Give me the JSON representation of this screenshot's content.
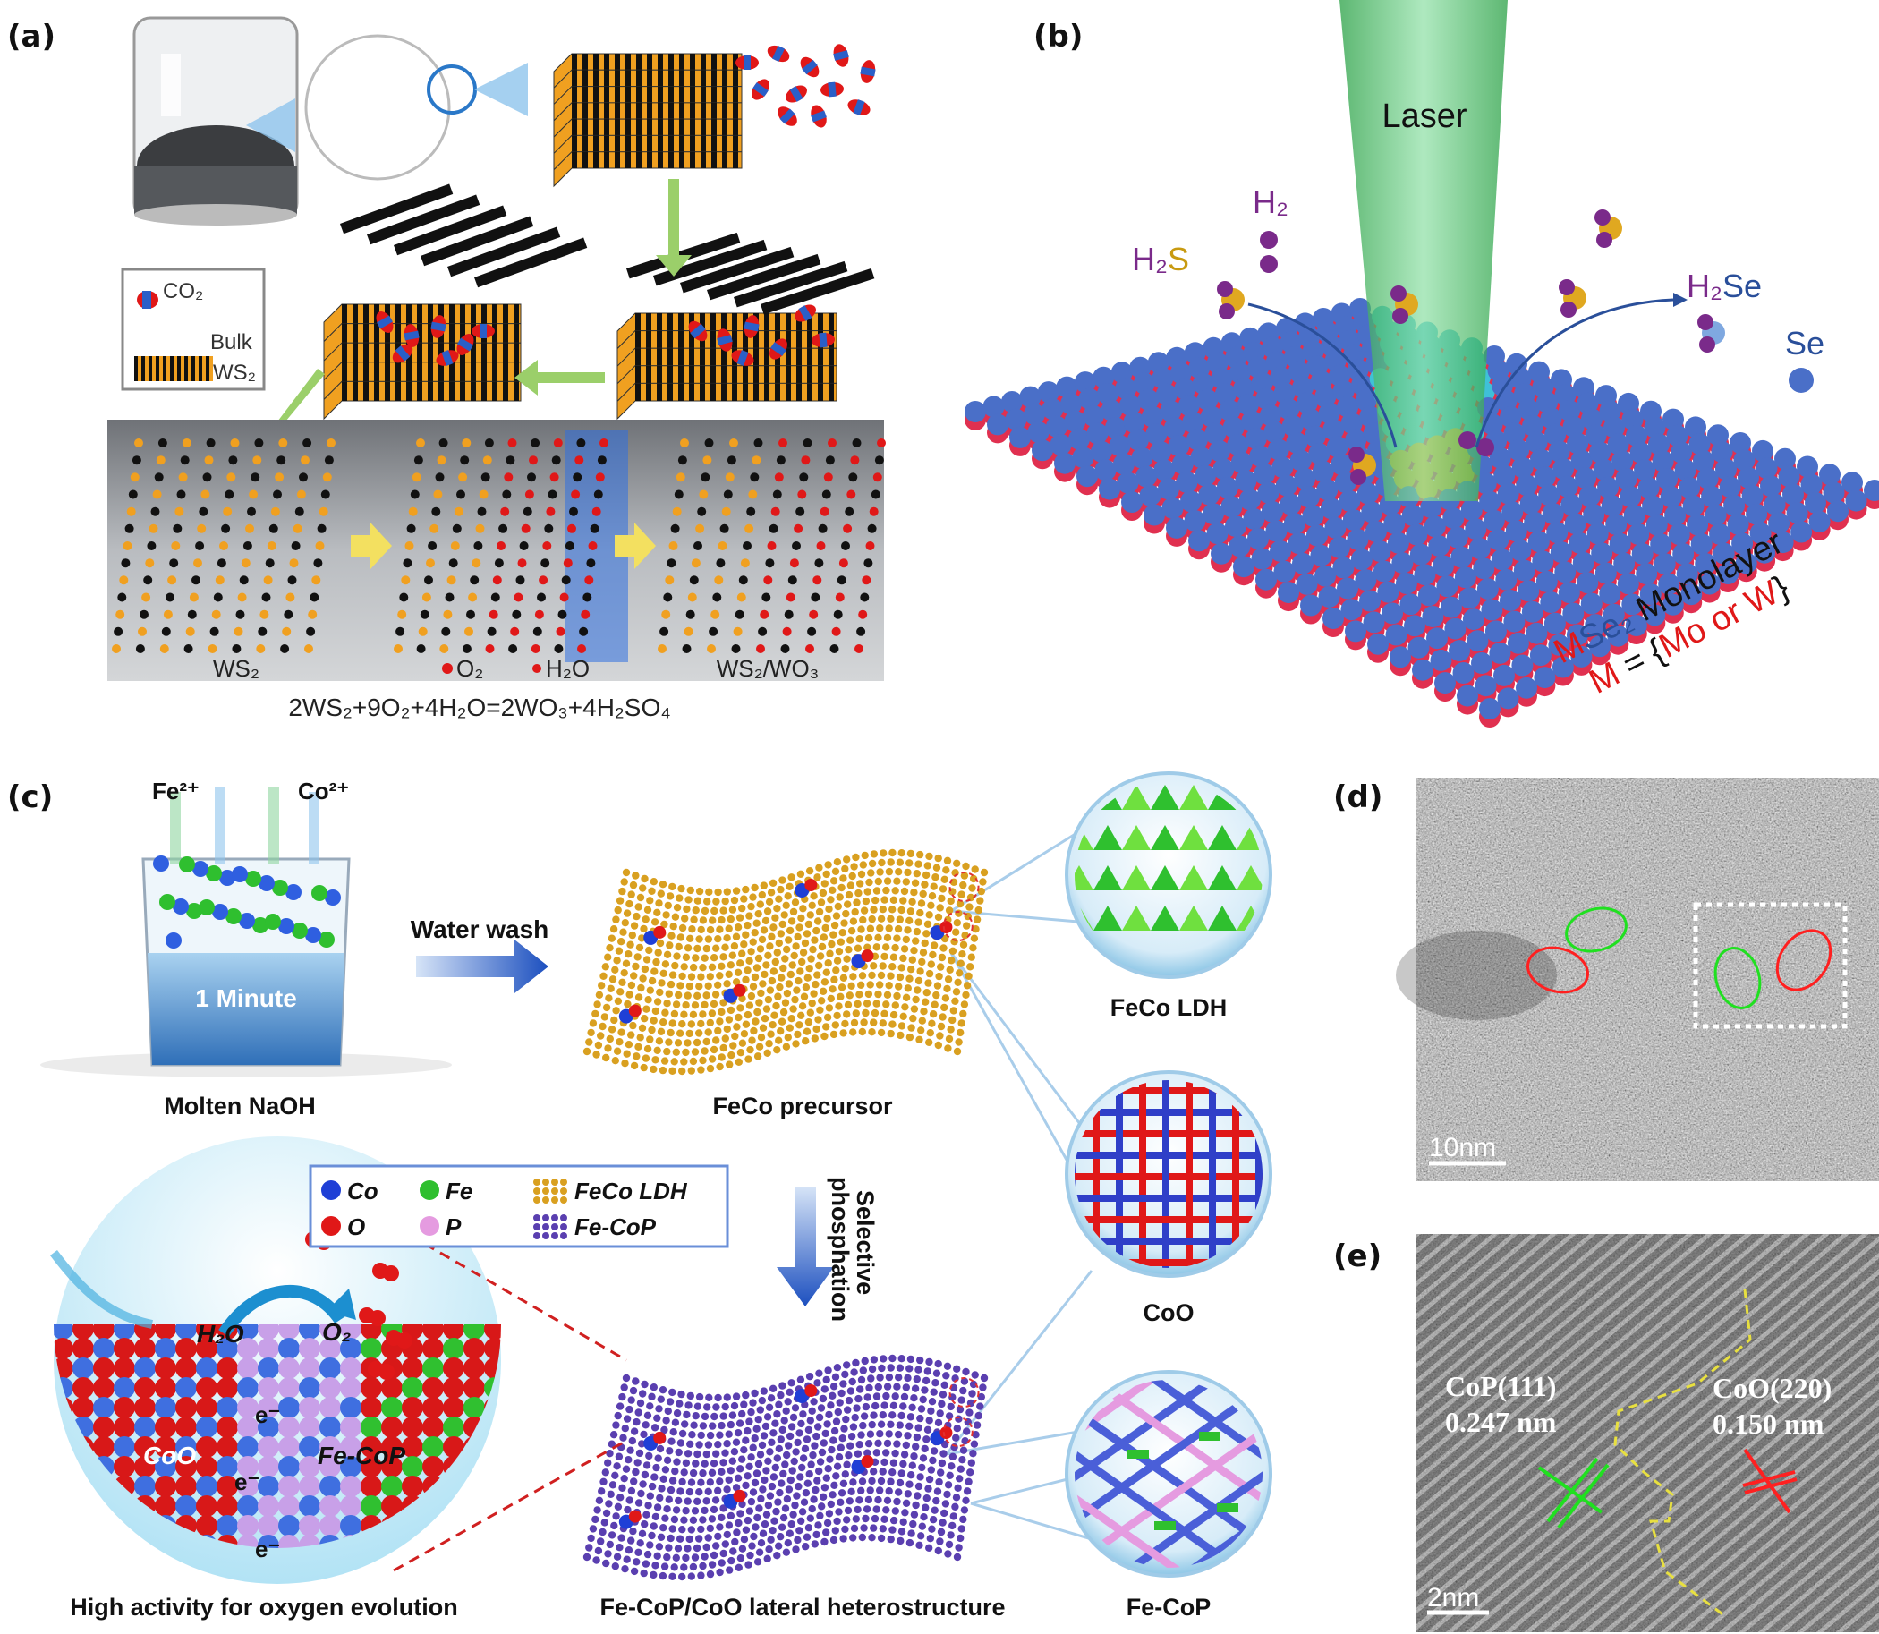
{
  "panel_labels": {
    "a": "(a)",
    "b": "(b)",
    "c": "(c)",
    "d": "(d)",
    "e": "(e)"
  },
  "panel_a": {
    "legend_co2": "CO₂",
    "legend_bulk": "Bulk",
    "legend_ws2": "WS₂",
    "stage_ws2": "WS₂",
    "stage_o2": "O₂",
    "stage_h2o": "H₂O",
    "stage_ws2_wo3": "WS₂/WO₃",
    "equation": "2WS₂+9O₂+4H₂O=2WO₃+4H₂SO₄"
  },
  "panel_b": {
    "laser": "Laser",
    "h2": "H₂",
    "h2s_h": "H₂",
    "h2s_s": "S",
    "h2se_h": "H₂",
    "h2se_se": "Se",
    "se": "Se",
    "line1_m": "M",
    "line1_se2": "Se₂",
    "line1_monolayer": " Monolayer",
    "line2_m": "M",
    "line2_eq": " = {",
    "line2_mo": "Mo or W",
    "line2_close": "}"
  },
  "panel_c": {
    "fe_ion": "Fe²⁺",
    "co_ion": "Co²⁺",
    "beaker_text": "1 Minute",
    "molten_naoh": "Molten NaOH",
    "water_wash": "Water wash",
    "feco_precursor": "FeCo precursor",
    "selective": "Selective",
    "phosphation": "phosphation",
    "heterostructure": "Fe-CoP/CoO lateral heterostructure",
    "oer": "High activity for oxygen evolution",
    "bowl_h2o": "H₂O",
    "bowl_o2": "O₂",
    "bowl_coo": "CoO",
    "bowl_fecop": "Fe-CoP",
    "electron": "e⁻",
    "inset_labels": [
      "FeCo LDH",
      "CoO",
      "Fe-CoP"
    ],
    "legend": [
      {
        "label": "Co",
        "color": "#1f3fd6"
      },
      {
        "label": "Fe",
        "color": "#2fbf2f"
      },
      {
        "label": "FeCo LDH",
        "color": "#d9a020"
      },
      {
        "label": "O",
        "color": "#e01818"
      },
      {
        "label": "P",
        "color": "#e59be0"
      },
      {
        "label": "Fe-CoP",
        "color": "#5a3fb0"
      }
    ]
  },
  "panel_d": {
    "scale_bar": "10nm"
  },
  "panel_e": {
    "cop_plane": "CoP(111)",
    "cop_spacing": "0.247 nm",
    "coo_plane": "CoO(220)",
    "coo_spacing": "0.150 nm",
    "scale_bar": "2nm"
  },
  "colors": {
    "ws2_orange": "#f0a020",
    "oxygen_red": "#e01818",
    "se_blue": "#4a6fc8",
    "metal_red": "#e03050",
    "laser_green": "#2fb84a",
    "arrow_green": "#9bcf6a",
    "arrow_yellow": "#f3e060"
  }
}
